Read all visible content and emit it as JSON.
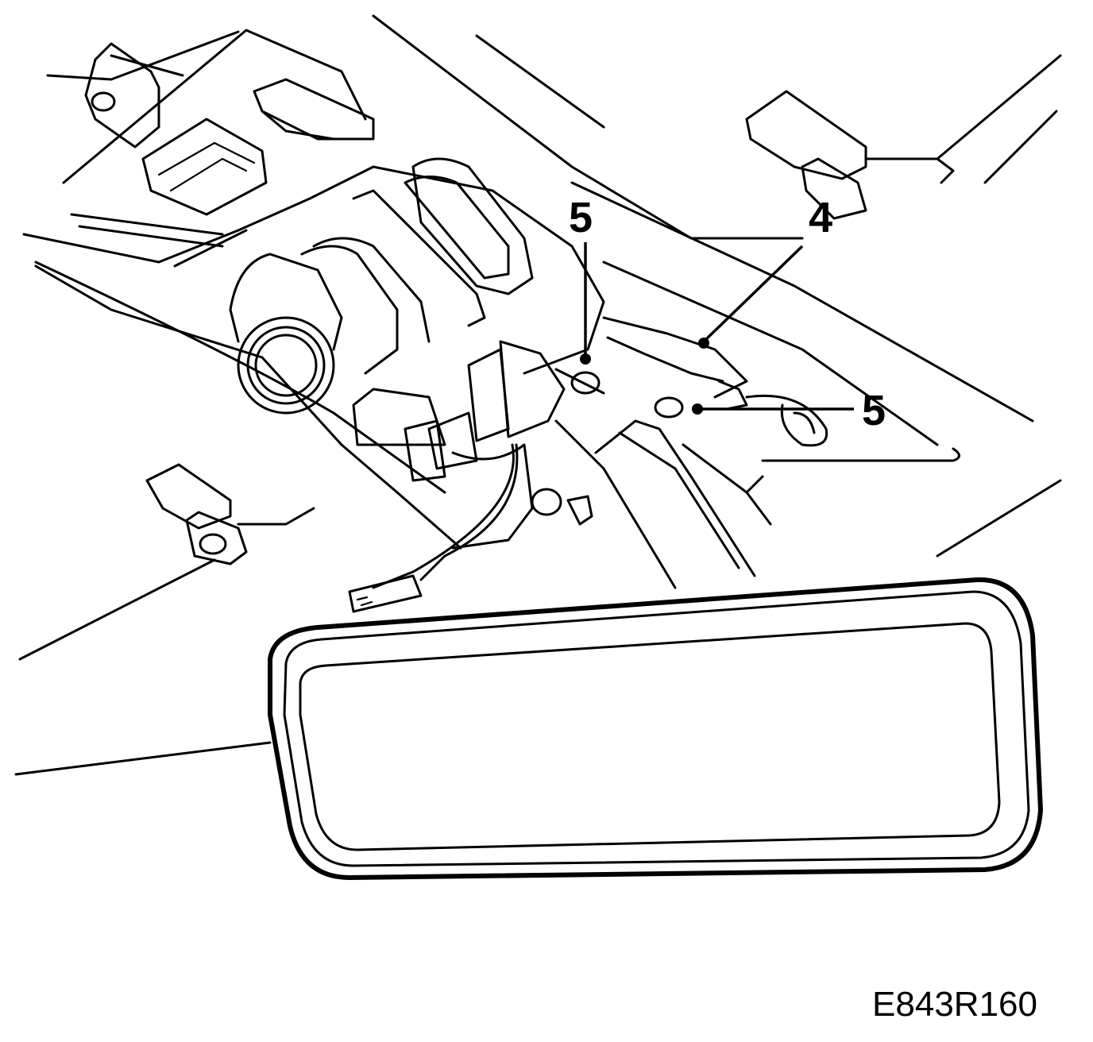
{
  "figure": {
    "code": "E843R160"
  },
  "callouts": [
    {
      "id": "c5a",
      "label": "5"
    },
    {
      "id": "c4",
      "label": "4"
    },
    {
      "id": "c5b",
      "label": "5"
    }
  ],
  "colors": {
    "line": "#000000",
    "background": "#ffffff"
  }
}
